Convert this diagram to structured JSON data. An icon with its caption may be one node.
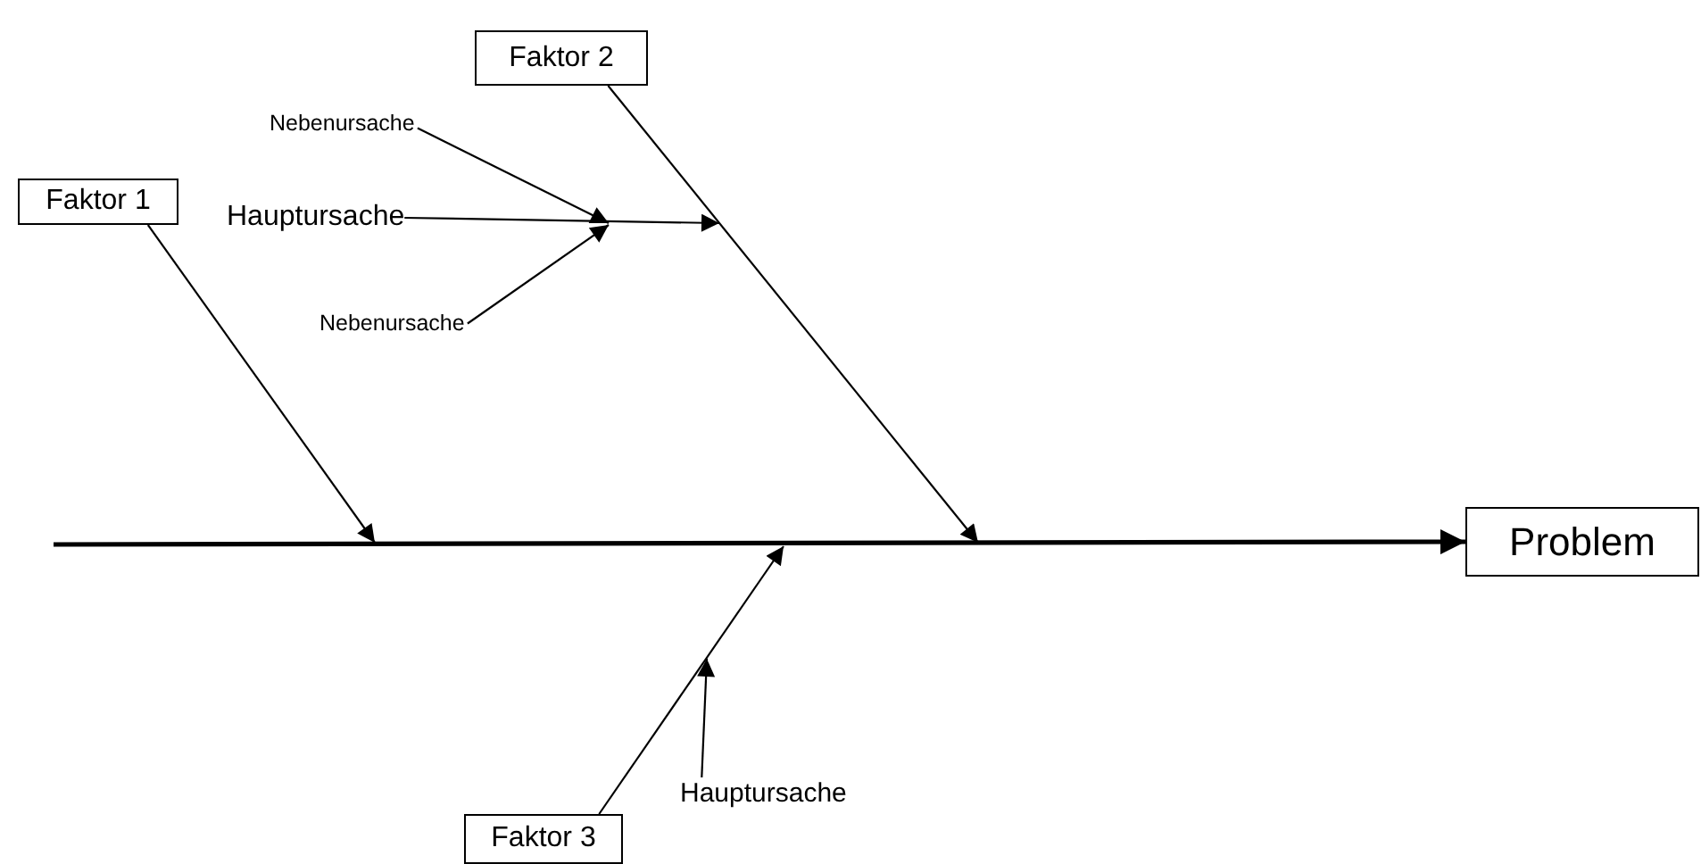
{
  "diagram": {
    "nodes": [
      {
        "text": [
          "Faktor 2"
        ]
      },
      {
        "text": [
          "Nebenursache"
        ]
      },
      {
        "text": [
          "Hauptursache"
        ]
      },
      {
        "text": [
          "Faktor 1"
        ]
      },
      {
        "text": [
          "Nebenursache"
        ]
      },
      {
        "text": [
          "Problem"
        ]
      },
      {
        "text": [
          "Hauptursache"
        ]
      },
      {
        "text": [
          "Faktor 3"
        ]
      }
    ],
    "edges": [
      {
        "from": null,
        "to": 5,
        "arrow": "to",
        "style": "thick"
      },
      {
        "from": 3,
        "to": null,
        "arrow": "to"
      },
      {
        "from": 0,
        "to": null,
        "arrow": "to"
      },
      {
        "from": 7,
        "to": null,
        "arrow": "to"
      },
      {
        "from": 2,
        "to": null,
        "arrow": "to"
      },
      {
        "from": 1,
        "to": null,
        "arrow": "to"
      },
      {
        "from": 4,
        "to": null,
        "arrow": "to"
      },
      {
        "from": 6,
        "to": null,
        "arrow": "to"
      }
    ]
  }
}
